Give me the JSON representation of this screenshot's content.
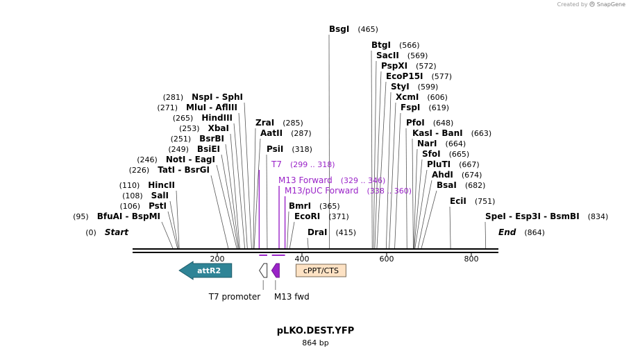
{
  "credit": {
    "prefix": "Created by",
    "brand": "SnapGene"
  },
  "title": "pLKO.DEST.YFP",
  "subtitle": "864 bp",
  "ruler": {
    "length": 864,
    "ticks": [
      200,
      400,
      600,
      800
    ],
    "tick_labels": [
      "200",
      "400",
      "600",
      "800"
    ]
  },
  "sites": [
    {
      "id": "site-bsgi",
      "label": "BsgI",
      "pos": 465,
      "pos_text": "(465)",
      "side": "right"
    },
    {
      "id": "site-btgi",
      "label": "BtgI",
      "pos": 566,
      "pos_text": "(566)",
      "side": "right"
    },
    {
      "id": "site-sacii",
      "label": "SacII",
      "pos": 569,
      "pos_text": "(569)",
      "side": "right"
    },
    {
      "id": "site-pspxi",
      "label": "PspXI",
      "pos": 572,
      "pos_text": "(572)",
      "side": "right"
    },
    {
      "id": "site-ecop15i",
      "label": "EcoP15I",
      "pos": 577,
      "pos_text": "(577)",
      "side": "right"
    },
    {
      "id": "site-styi",
      "label": "StyI",
      "pos": 599,
      "pos_text": "(599)",
      "side": "right"
    },
    {
      "id": "site-xcmi",
      "label": "XcmI",
      "pos": 606,
      "pos_text": "(606)",
      "side": "right"
    },
    {
      "id": "site-fspi",
      "label": "FspI",
      "pos": 619,
      "pos_text": "(619)",
      "side": "right"
    },
    {
      "id": "site-pfoi",
      "label": "PfoI",
      "pos": 648,
      "pos_text": "(648)",
      "side": "right"
    },
    {
      "id": "site-kasi",
      "label": "KasI  -  BanI",
      "pos": 663,
      "pos_text": "(663)",
      "side": "right"
    },
    {
      "id": "site-nari",
      "label": "NarI",
      "pos": 664,
      "pos_text": "(664)",
      "side": "right"
    },
    {
      "id": "site-sfoi",
      "label": "SfoI",
      "pos": 665,
      "pos_text": "(665)",
      "side": "right"
    },
    {
      "id": "site-pluti",
      "label": "PluTI",
      "pos": 667,
      "pos_text": "(667)",
      "side": "right"
    },
    {
      "id": "site-ahdi",
      "label": "AhdI",
      "pos": 674,
      "pos_text": "(674)",
      "side": "right"
    },
    {
      "id": "site-bsai",
      "label": "BsaI",
      "pos": 682,
      "pos_text": "(682)",
      "side": "right"
    },
    {
      "id": "site-ecii",
      "label": "EciI",
      "pos": 751,
      "pos_text": "(751)",
      "side": "right"
    },
    {
      "id": "site-spei",
      "label": "SpeI  -  Esp3I  -  BsmBI",
      "pos": 834,
      "pos_text": "(834)",
      "side": "right"
    },
    {
      "id": "site-zrai",
      "label": "ZraI",
      "pos": 285,
      "pos_text": "(285)",
      "side": "right"
    },
    {
      "id": "site-aatii",
      "label": "AatII",
      "pos": 287,
      "pos_text": "(287)",
      "side": "right"
    },
    {
      "id": "site-psii",
      "label": "PsiI",
      "pos": 318,
      "pos_text": "(318)",
      "side": "right"
    },
    {
      "id": "site-bmri",
      "label": "BmrI",
      "pos": 365,
      "pos_text": "(365)",
      "side": "right"
    },
    {
      "id": "site-ecori",
      "label": "EcoRI",
      "pos": 371,
      "pos_text": "(371)",
      "side": "right"
    },
    {
      "id": "site-drai",
      "label": "DraI",
      "pos": 415,
      "pos_text": "(415)",
      "side": "right"
    },
    {
      "id": "site-nspi",
      "label": "NspI  -  SphI",
      "pos": 281,
      "pos_text": "(281)",
      "side": "left"
    },
    {
      "id": "site-mlui",
      "label": "MluI  -  AflIII",
      "pos": 271,
      "pos_text": "(271)",
      "side": "left"
    },
    {
      "id": "site-hindiii",
      "label": "HindIII",
      "pos": 265,
      "pos_text": "(265)",
      "side": "left"
    },
    {
      "id": "site-xbai",
      "label": "XbaI",
      "pos": 253,
      "pos_text": "(253)",
      "side": "left"
    },
    {
      "id": "site-bsrbi",
      "label": "BsrBI",
      "pos": 251,
      "pos_text": "(251)",
      "side": "left"
    },
    {
      "id": "site-bsiei",
      "label": "BsiEI",
      "pos": 249,
      "pos_text": "(249)",
      "side": "left"
    },
    {
      "id": "site-noti",
      "label": "NotI  -  EagI",
      "pos": 246,
      "pos_text": "(246)",
      "side": "left"
    },
    {
      "id": "site-tati",
      "label": "TatI  -  BsrGI",
      "pos": 226,
      "pos_text": "(226)",
      "side": "left"
    },
    {
      "id": "site-hincii",
      "label": "HincII",
      "pos": 110,
      "pos_text": "(110)",
      "side": "left"
    },
    {
      "id": "site-sali",
      "label": "SalI",
      "pos": 108,
      "pos_text": "(108)",
      "side": "left"
    },
    {
      "id": "site-psti",
      "label": "PstI",
      "pos": 106,
      "pos_text": "(106)",
      "side": "left"
    },
    {
      "id": "site-bfuai",
      "label": "BfuAI  -  BspMI",
      "pos": 95,
      "pos_text": "(95)",
      "side": "left"
    }
  ],
  "ends": [
    {
      "id": "start",
      "label": "Start",
      "pos": 0,
      "pos_text": "(0)",
      "side": "left"
    },
    {
      "id": "end",
      "label": "End",
      "pos": 864,
      "pos_text": "(864)",
      "side": "right"
    }
  ],
  "primers": [
    {
      "id": "primer-t7",
      "label": "T7",
      "range_text": "(299 .. 318)",
      "start": 299,
      "end": 318
    },
    {
      "id": "primer-m13-forward",
      "label": "M13 Forward",
      "range_text": "(329 .. 346)",
      "start": 329,
      "end": 346
    },
    {
      "id": "primer-m13-puc-forward",
      "label": "M13/pUC Forward",
      "range_text": "(338 .. 360)",
      "start": 338,
      "end": 360
    }
  ],
  "features": [
    {
      "id": "feature-attr2",
      "label": "attR2",
      "start": 110,
      "end": 234,
      "strand": "reverse",
      "color": "#2f8496",
      "text_color": "#ffffff"
    },
    {
      "id": "feature-t7-promoter",
      "label": "T7 promoter",
      "start": 299,
      "end": 318,
      "strand": "reverse",
      "color": "#ffffff",
      "below_label": true
    },
    {
      "id": "feature-m13-fwd",
      "label": "M13 fwd",
      "start": 329,
      "end": 346,
      "strand": "reverse",
      "color": "#9a23c8",
      "below_label": true
    },
    {
      "id": "feature-cppt-cts",
      "label": "cPPT/CTS",
      "start": 386,
      "end": 504,
      "strand": "none",
      "color": "#fde2c4",
      "text_color": "#000000"
    }
  ],
  "colors": {
    "primer": "#9a23c8",
    "backbone": "#000000",
    "line": "#555555"
  }
}
